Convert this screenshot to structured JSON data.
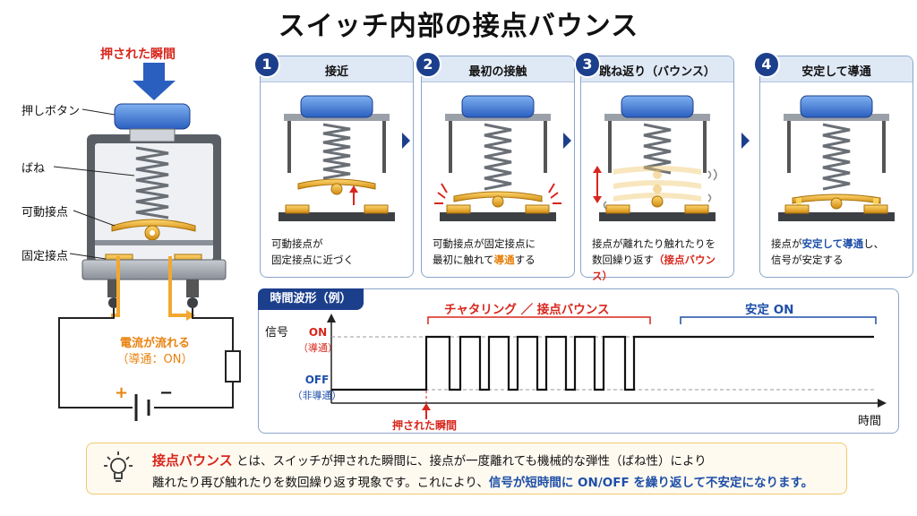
{
  "title": "スイッチ内部の接点バウンス",
  "left": {
    "press_label": "押された瞬間",
    "labels": {
      "button": "押しボタン",
      "spring": "ばね",
      "movable": "可動接点",
      "fixed": "固定接点"
    },
    "current_label_1": "電流が流れる",
    "current_label_2": "（導通：ON）",
    "plus": "+",
    "minus": "−"
  },
  "steps": [
    {
      "num": "1",
      "title": "接近",
      "desc_1": "可動接点が",
      "desc_2": "固定接点に近づく"
    },
    {
      "num": "2",
      "title": "最初の接触",
      "desc_1": "可動接点が固定接点に",
      "desc_2a": "最初に触れて",
      "desc_2b": "導通",
      "desc_2c": "する"
    },
    {
      "num": "3",
      "title": "跳ね返り（バウンス）",
      "desc_1": "接点が離れたり触れたりを",
      "desc_2a": "数回繰り返す",
      "desc_2b": "（接点バウンス）"
    },
    {
      "num": "4",
      "title": "安定して導通",
      "desc_1a": "接点が",
      "desc_1b": "安定して導通",
      "desc_1c": "し、",
      "desc_2": "信号が安定する"
    }
  ],
  "wave": {
    "tag": "時間波形（例）",
    "y_label": "信号",
    "on_label": "ON",
    "on_sub": "（導通）",
    "off_label": "OFF",
    "off_sub": "（非導通）",
    "x_label": "時間",
    "bounce_label": "チャタリング ／ 接点バウンス",
    "stable_label": "安定 ON",
    "press_label": "押された瞬間"
  },
  "note": {
    "term": "接点バウンス",
    "line1_rest": " とは、スイッチが押された瞬間に、接点が一度離れても機械的な弾性（ばね性）により",
    "line2_a": "離れたり再び触れたりを数回繰り返す現象です。これにより、",
    "line2_b": "信号が短時間に ON/OFF を繰り返して不安定になります。"
  },
  "colors": {
    "accent_blue": "#1c3f8c",
    "button_blue": "#3a78d8",
    "contact_gold": "#e8a21c",
    "red": "#d8261c",
    "orange": "#e8820e"
  }
}
